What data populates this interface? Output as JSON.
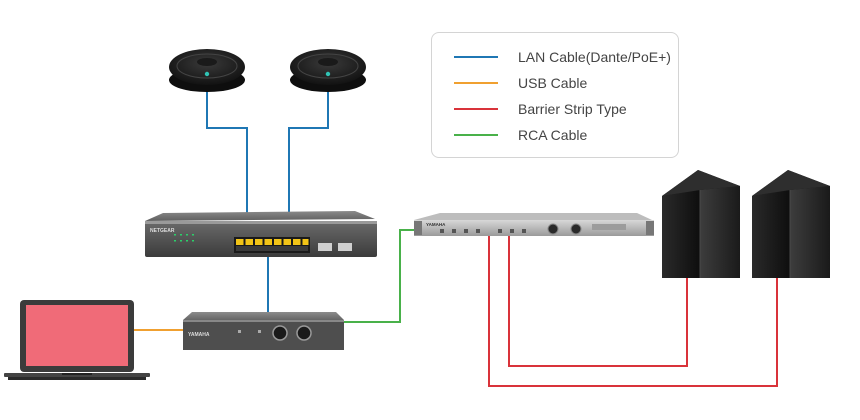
{
  "legend": {
    "items": [
      {
        "label": "LAN Cable(Dante/PoE+)",
        "color": "#1f77b4"
      },
      {
        "label": "USB Cable",
        "color": "#f0a030"
      },
      {
        "label": "Barrier Strip Type",
        "color": "#d9333a"
      },
      {
        "label": "RCA Cable",
        "color": "#49b14a"
      }
    ]
  },
  "devices": {
    "switch_brand": "NETGEAR",
    "amp_brand": "YAMAHA",
    "interface_brand": "YAMAHA"
  },
  "colors": {
    "lan": "#1f77b4",
    "usb": "#f0a030",
    "speaker": "#d9333a",
    "rca": "#49b14a"
  }
}
